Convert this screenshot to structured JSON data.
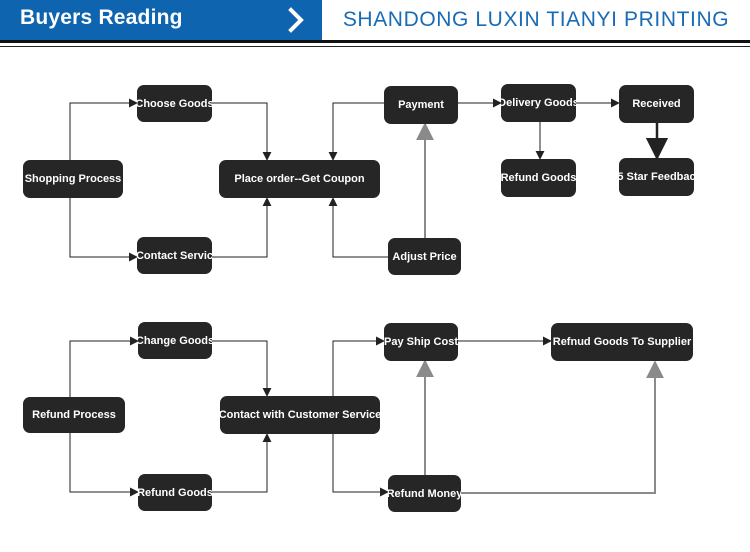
{
  "header": {
    "left_title": "Buyers Reading",
    "right_title": "SHANDONG LUXIN TIANYI PRINTING",
    "left_bg": "#0f64b0",
    "right_color": "#1a6bb5",
    "icon": "chevron-right-icon"
  },
  "colors": {
    "node_fill": "#262626",
    "node_text": "#ffffff",
    "connector": "#222222",
    "connector_grey": "#8a8a8a"
  },
  "buying_flow": {
    "shopping_process": "Shopping Process",
    "choose_goods": "Choose Goods",
    "contact_service": "Contact Servic",
    "place_order": "Place order--Get Coupon",
    "payment": "Payment",
    "adjust_price": "Adjust Price",
    "delivery_goods": "Delivery Goods",
    "refund_goods": "Refund Goods",
    "received": "Received",
    "five_star_feedback": "5 Star Feedbac"
  },
  "refund_flow": {
    "refund_process": "Refund Process",
    "change_goods": "Change Goods",
    "refund_goods": "Refund Goods",
    "contact_customer_service": "Contact with Customer Service",
    "pay_ship_cost": "Pay Ship Cost",
    "refund_money": "Refund Money",
    "refund_goods_to_supplier": "Refnud Goods To Supplier"
  }
}
